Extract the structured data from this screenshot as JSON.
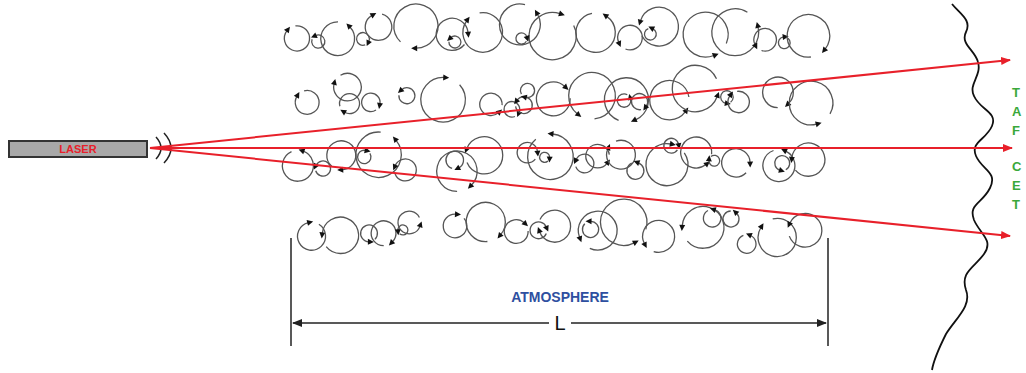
{
  "diagram": {
    "nodes": [
      {
        "text": [
          "LASER"
        ]
      }
    ],
    "labels": [
      "ATMOSPHERE",
      "L",
      "T",
      "A",
      "F",
      "C",
      "E",
      "T"
    ]
  }
}
